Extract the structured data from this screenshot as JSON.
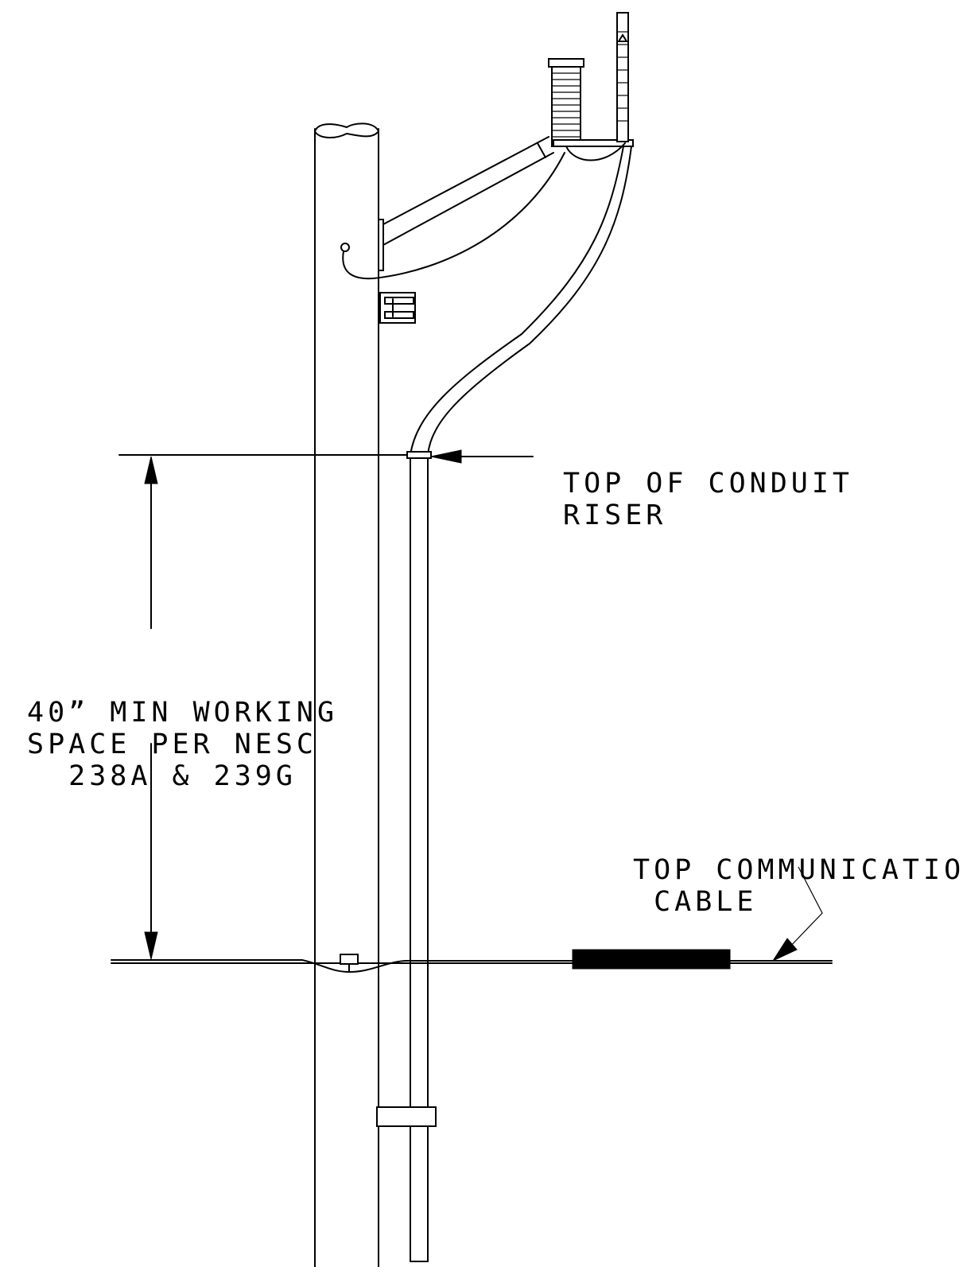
{
  "labels": {
    "conduit_riser": [
      "TOP OF CONDUIT",
      "RISER"
    ],
    "working_space": [
      "40” MIN WORKING",
      "SPACE PER NESC",
      "  238A & 239G"
    ],
    "communication_cable": [
      "TOP COMMUNICATION",
      " CABLE"
    ]
  }
}
